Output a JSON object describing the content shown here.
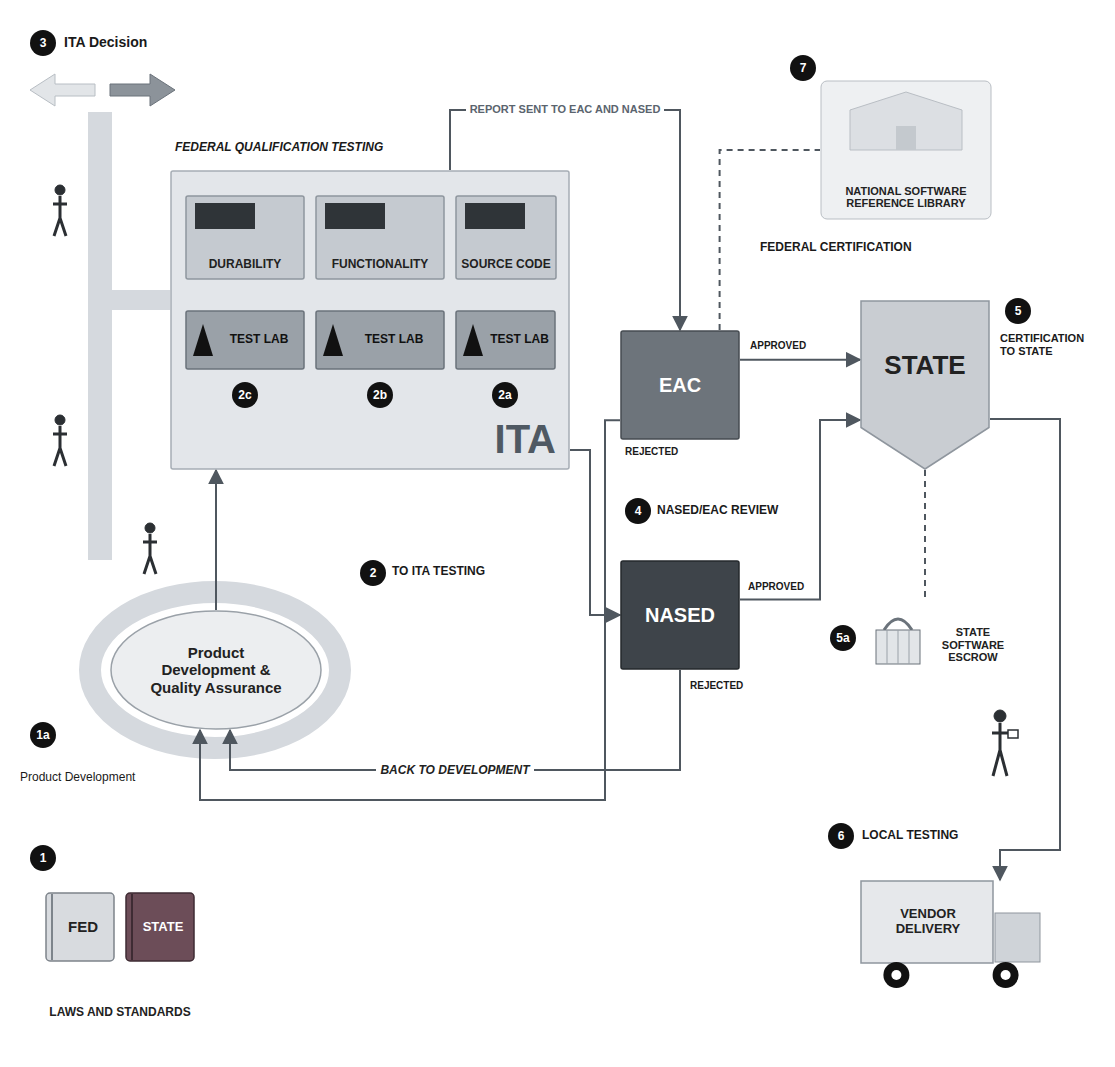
{
  "diagram": {
    "nodes": [
      {
        "text": [
          "LAWS AND STANDARDS"
        ]
      },
      {
        "text": [
          "FED"
        ],
        "in": 0
      },
      {
        "text": [
          "STATE"
        ],
        "in": 0
      },
      {
        "text": [
          "Product Development & Quality Assurance"
        ]
      },
      {
        "text": [
          "ITA"
        ]
      },
      {
        "text": [
          "DURABILITY"
        ],
        "in": 4
      },
      {
        "text": [
          "FUNCTIONALITY"
        ],
        "in": 4
      },
      {
        "text": [
          "SOURCE CODE"
        ],
        "in": 4
      },
      {
        "text": [
          "TEST LAB"
        ],
        "in": 4
      },
      {
        "text": [
          "TEST LAB"
        ],
        "in": 4
      },
      {
        "text": [
          "TEST LAB"
        ],
        "in": 4
      },
      {
        "text": [
          "NASED"
        ]
      },
      {
        "text": [
          "EAC"
        ]
      },
      {
        "text": [
          "NATIONAL SOFTWARE REFERENCE LIBRARY"
        ]
      },
      {
        "text": [
          "STATE"
        ]
      },
      {
        "text": [
          "STATE SOFTWARE ESCROW"
        ]
      },
      {
        "text": [
          "VENDOR DELIVERY"
        ]
      }
    ],
    "edges": [
      {
        "from": 3,
        "to": 4,
        "arrow": "to"
      },
      {
        "from": 4,
        "to": 12,
        "arrow": "to",
        "label": "REPORT SENT TO EAC AND NASED"
      },
      {
        "from": 4,
        "to": 11,
        "arrow": "to"
      },
      {
        "from": 11,
        "to": 3,
        "arrow": "to",
        "label": "BACK TO DEVELOPMENT"
      },
      {
        "from": 12,
        "to": 3,
        "arrow": "to"
      },
      {
        "from": 12,
        "to": 14,
        "arrow": "to"
      },
      {
        "from": 11,
        "to": 14,
        "arrow": "to"
      },
      {
        "from": 12,
        "to": 13,
        "arrow": "none"
      },
      {
        "from": 14,
        "to": 15,
        "arrow": "none"
      },
      {
        "from": 14,
        "to": 16,
        "arrow": "to"
      }
    ],
    "labels": [
      "1",
      "1a",
      "Product Development",
      "2",
      "TO ITA TESTING",
      "2a",
      "2b",
      "2c",
      "FEDERAL QUALIFICATION TESTING",
      "3",
      "ITA Decision",
      "4",
      "NASED/EAC REVIEW",
      "APPROVED",
      "REJECTED",
      "APPROVED",
      "REJECTED",
      "FEDERAL CERTIFICATION",
      "7",
      "5",
      "CERTIFICATION TO STATE",
      "5a",
      "6",
      "LOCAL TESTING"
    ]
  }
}
